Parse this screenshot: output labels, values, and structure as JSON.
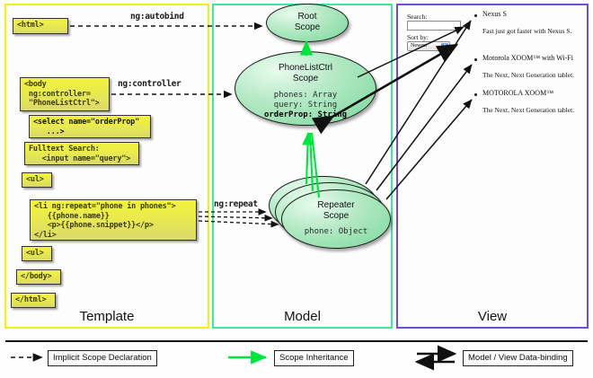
{
  "panels": {
    "template": {
      "title": "Template",
      "border_color": "#f2f20a"
    },
    "model": {
      "title": "Model",
      "border_color": "#3ee8a0"
    },
    "view": {
      "title": "View",
      "border_color": "#6b4ee0"
    }
  },
  "template_boxes": [
    {
      "id": "html-open",
      "text": "<html>"
    },
    {
      "id": "body-open",
      "text": "<body\n ng:controller=\n \"PhoneListCtrl\">"
    },
    {
      "id": "select-tag",
      "text": "<select name=\"orderProp\"\n   ...>"
    },
    {
      "id": "fulltext",
      "text": "Fulltext Search:\n   <input name=\"query\">"
    },
    {
      "id": "ul-open",
      "text": "<ul>"
    },
    {
      "id": "li-repeat",
      "text": "<li ng:repeat=\"phone in phones\">\n   {{phone.name}}\n   <p>{{phone.snippet}}</p>\n</li>"
    },
    {
      "id": "ul-close",
      "text": "<ul>"
    },
    {
      "id": "body-close",
      "text": "</body>"
    },
    {
      "id": "html-close",
      "text": "</html>"
    }
  ],
  "scopes": [
    {
      "id": "root-scope",
      "title": "Root\nScope",
      "props": ""
    },
    {
      "id": "phonelistctrl-scope",
      "title": "PhoneListCtrl\nScope",
      "props_normal": "phones: Array\nquery: String",
      "props_bold": "orderProp: String"
    },
    {
      "id": "repeater-scope",
      "title": "Repeater\nScope",
      "props": "phone: Object"
    }
  ],
  "connectors": [
    {
      "id": "ng-autobind",
      "label": "ng:autobind"
    },
    {
      "id": "ng-controller",
      "label": "ng:controller"
    },
    {
      "id": "ng-repeat",
      "label": "ng:repeat"
    }
  ],
  "view": {
    "search_label": "Search:",
    "search_value": "",
    "sort_label": "Sort by:",
    "sort_selected": "Newest",
    "sort_arrow": "▾",
    "phones": [
      {
        "name": "Nexus S",
        "snippet": "Fast just got faster with Nexus S."
      },
      {
        "name": "Motorola XOOM™ with Wi-Fi",
        "snippet": "The Next, Next Generation tablet."
      },
      {
        "name": "MOTOROLA XOOM™",
        "snippet": "The Next, Next Generation tablet."
      }
    ]
  },
  "legend": [
    {
      "id": "implicit-scope-declaration",
      "label": "Implicit Scope Declaration",
      "style": "dashed-arrow",
      "color": "#111111"
    },
    {
      "id": "scope-inheritance",
      "label": "Scope Inheritance",
      "style": "solid-arrow",
      "color": "#00e53d"
    },
    {
      "id": "model-view-data-binding",
      "label": "Model / View Data-binding",
      "style": "double-arrow",
      "color": "#111111"
    }
  ]
}
